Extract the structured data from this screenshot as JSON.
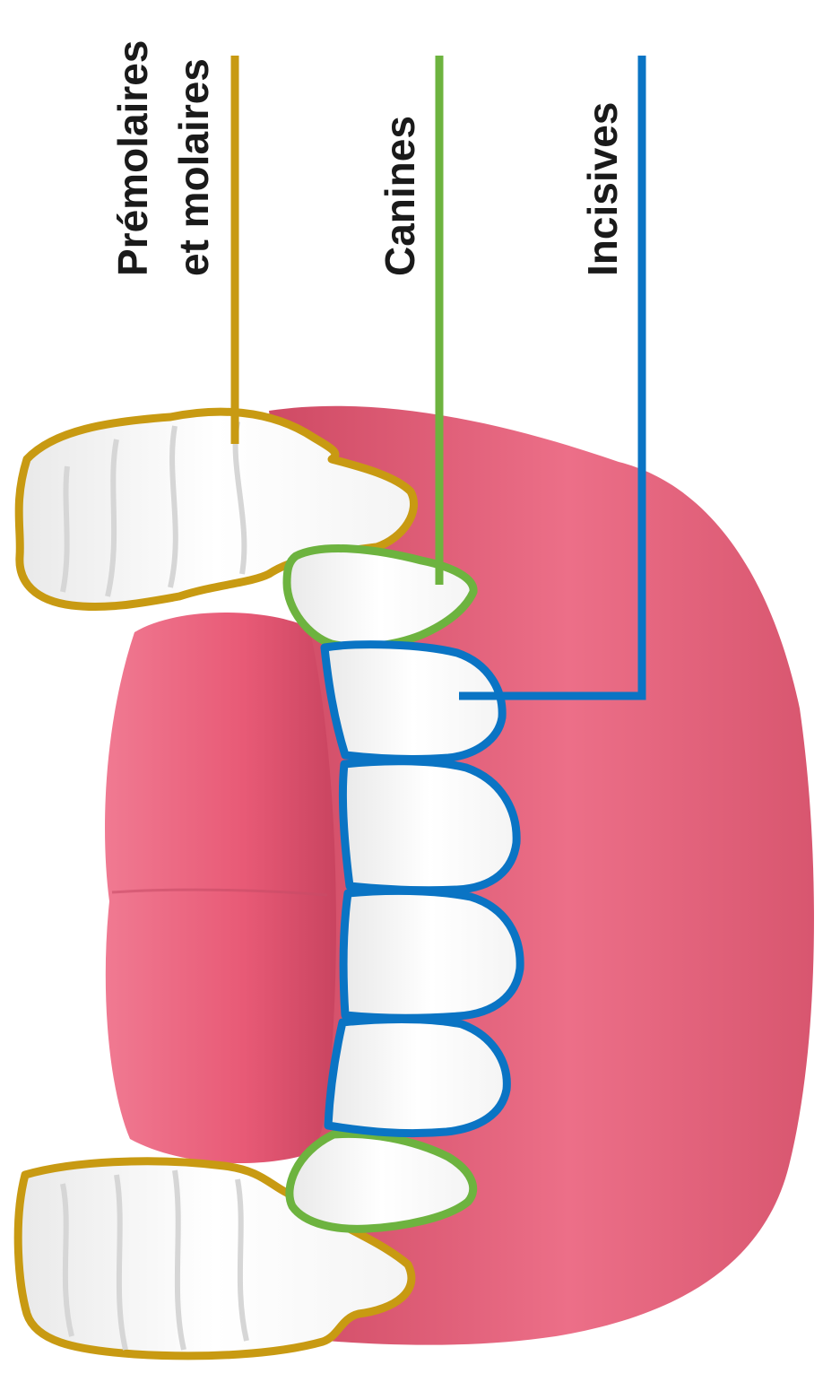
{
  "labels": {
    "premolars_line1": "Prémolaires",
    "premolars_line2": "et molaires",
    "canines": "Canines",
    "incisors": "Incisives"
  },
  "colors": {
    "premolars_outline": "#C89A12",
    "canines_outline": "#6DB33F",
    "incisors_outline": "#0A74C4",
    "gum": "#E4667E",
    "gum_dark": "#C9445E",
    "tongue": "#EE6F88",
    "tooth": "#FFFFFF",
    "text": "#1A1A1A"
  }
}
